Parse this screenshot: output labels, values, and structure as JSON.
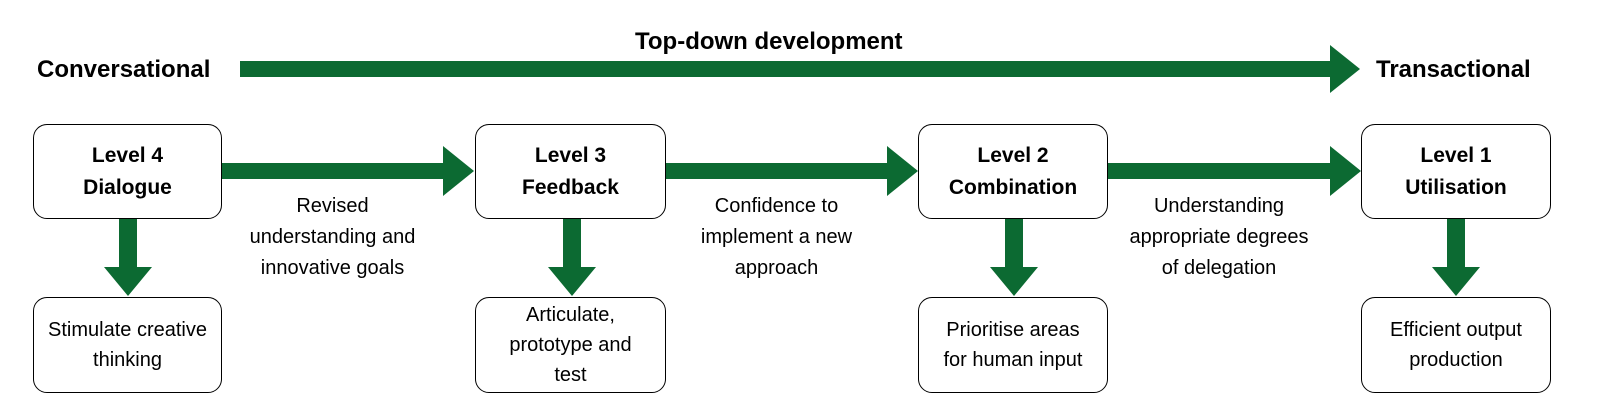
{
  "header": {
    "left_label": "Conversational",
    "center_label": "Top-down development",
    "right_label": "Transactional"
  },
  "levels": [
    {
      "level": "Level 4",
      "name": "Dialogue",
      "outcome": "Stimulate creative thinking"
    },
    {
      "level": "Level 3",
      "name": "Feedback",
      "outcome": "Articulate, prototype and test"
    },
    {
      "level": "Level 2",
      "name": "Combination",
      "outcome": "Prioritise areas for human input"
    },
    {
      "level": "Level 1",
      "name": "Utilisation",
      "outcome": "Efficient output production"
    }
  ],
  "transitions": [
    [
      "Revised",
      "understanding and",
      "innovative goals"
    ],
    [
      "Confidence to",
      "implement a new",
      "approach"
    ],
    [
      "Understanding",
      "appropriate degrees",
      "of delegation"
    ]
  ],
  "colors": {
    "arrow": "#0c6a32",
    "border": "#000000",
    "background": "#ffffff"
  }
}
